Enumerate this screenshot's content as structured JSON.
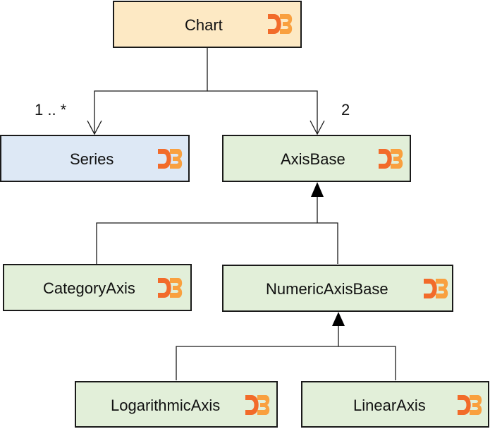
{
  "diagram": {
    "nodes": {
      "chart": {
        "label": "Chart",
        "fill": "#fde9c4",
        "icon": "d3-logo-icon"
      },
      "series": {
        "label": "Series",
        "fill": "#dde8f5",
        "icon": "d3-logo-icon"
      },
      "axis_base": {
        "label": "AxisBase",
        "fill": "#e2efd9",
        "icon": "d3-logo-icon"
      },
      "category_axis": {
        "label": "CategoryAxis",
        "fill": "#e2efd9",
        "icon": "d3-logo-icon"
      },
      "numeric_axis_base": {
        "label": "NumericAxisBase",
        "fill": "#e2efd9",
        "icon": "d3-logo-icon"
      },
      "logarithmic_axis": {
        "label": "LogarithmicAxis",
        "fill": "#e2efd9",
        "icon": "d3-logo-icon"
      },
      "linear_axis": {
        "label": "LinearAxis",
        "fill": "#e2efd9",
        "icon": "d3-logo-icon"
      }
    },
    "edges": [
      {
        "from": "chart",
        "to": "series",
        "type": "association",
        "multiplicity": "1 .. *"
      },
      {
        "from": "chart",
        "to": "axis_base",
        "type": "association",
        "multiplicity": "2"
      },
      {
        "from": "category_axis",
        "to": "axis_base",
        "type": "inheritance"
      },
      {
        "from": "numeric_axis_base",
        "to": "axis_base",
        "type": "inheritance"
      },
      {
        "from": "logarithmic_axis",
        "to": "numeric_axis_base",
        "type": "inheritance"
      },
      {
        "from": "linear_axis",
        "to": "numeric_axis_base",
        "type": "inheritance"
      }
    ],
    "colors": {
      "line": "#1a1a1a",
      "logo_dark": "#f26b2a",
      "logo_light": "#f9a03f"
    }
  }
}
